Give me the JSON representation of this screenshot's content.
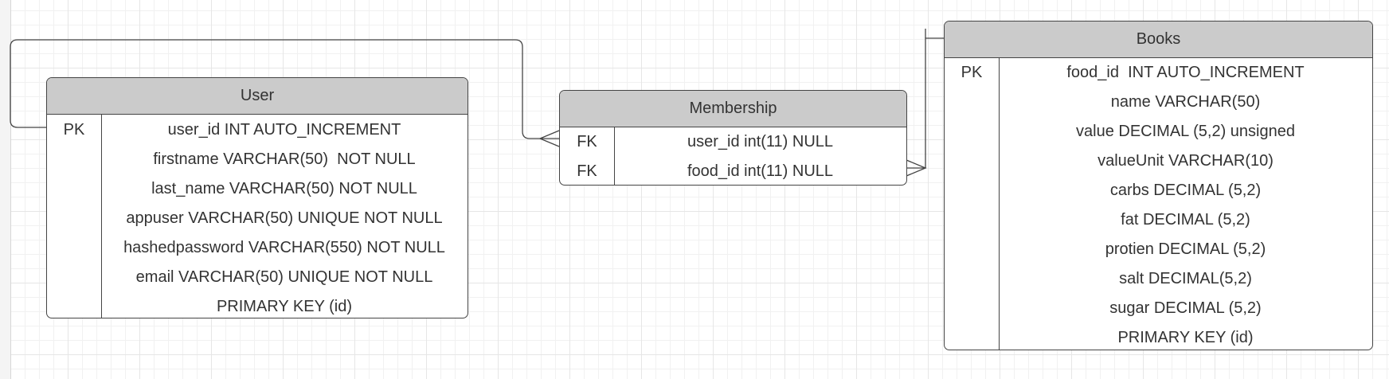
{
  "entities": {
    "user": {
      "title": "User",
      "rows": [
        {
          "key": "PK",
          "field": "user_id INT AUTO_INCREMENT"
        },
        {
          "key": "",
          "field": "firstname VARCHAR(50)  NOT NULL"
        },
        {
          "key": "",
          "field": "last_name VARCHAR(50) NOT NULL"
        },
        {
          "key": "",
          "field": "appuser VARCHAR(50) UNIQUE NOT NULL"
        },
        {
          "key": "",
          "field": "hashedpassword VARCHAR(550) NOT NULL"
        },
        {
          "key": "",
          "field": "email VARCHAR(50) UNIQUE NOT NULL"
        },
        {
          "key": "",
          "field": "PRIMARY KEY (id)"
        }
      ]
    },
    "membership": {
      "title": "Membership",
      "rows": [
        {
          "key": "FK",
          "field": "user_id int(11) NULL"
        },
        {
          "key": "FK",
          "field": "food_id int(11) NULL"
        }
      ]
    },
    "books": {
      "title": "Books",
      "rows": [
        {
          "key": "PK",
          "field": "food_id  INT AUTO_INCREMENT"
        },
        {
          "key": "",
          "field": "name VARCHAR(50)"
        },
        {
          "key": "",
          "field": "value DECIMAL (5,2) unsigned"
        },
        {
          "key": "",
          "field": "valueUnit VARCHAR(10)"
        },
        {
          "key": "",
          "field": "carbs DECIMAL (5,2)"
        },
        {
          "key": "",
          "field": "fat DECIMAL (5,2)"
        },
        {
          "key": "",
          "field": "protien DECIMAL (5,2)"
        },
        {
          "key": "",
          "field": "salt DECIMAL(5,2)"
        },
        {
          "key": "",
          "field": "sugar DECIMAL (5,2)"
        },
        {
          "key": "",
          "field": "PRIMARY KEY (id)"
        }
      ]
    }
  },
  "relationships": [
    {
      "from": "user.user_id",
      "to": "membership.user_id",
      "from_end": "one",
      "to_end": "many"
    },
    {
      "from": "books.food_id",
      "to": "membership.food_id",
      "from_end": "one",
      "to_end": "many"
    }
  ],
  "colors": {
    "header_fill": "#cbcbcb",
    "border": "#444444",
    "grid": "#e6e6e6"
  }
}
